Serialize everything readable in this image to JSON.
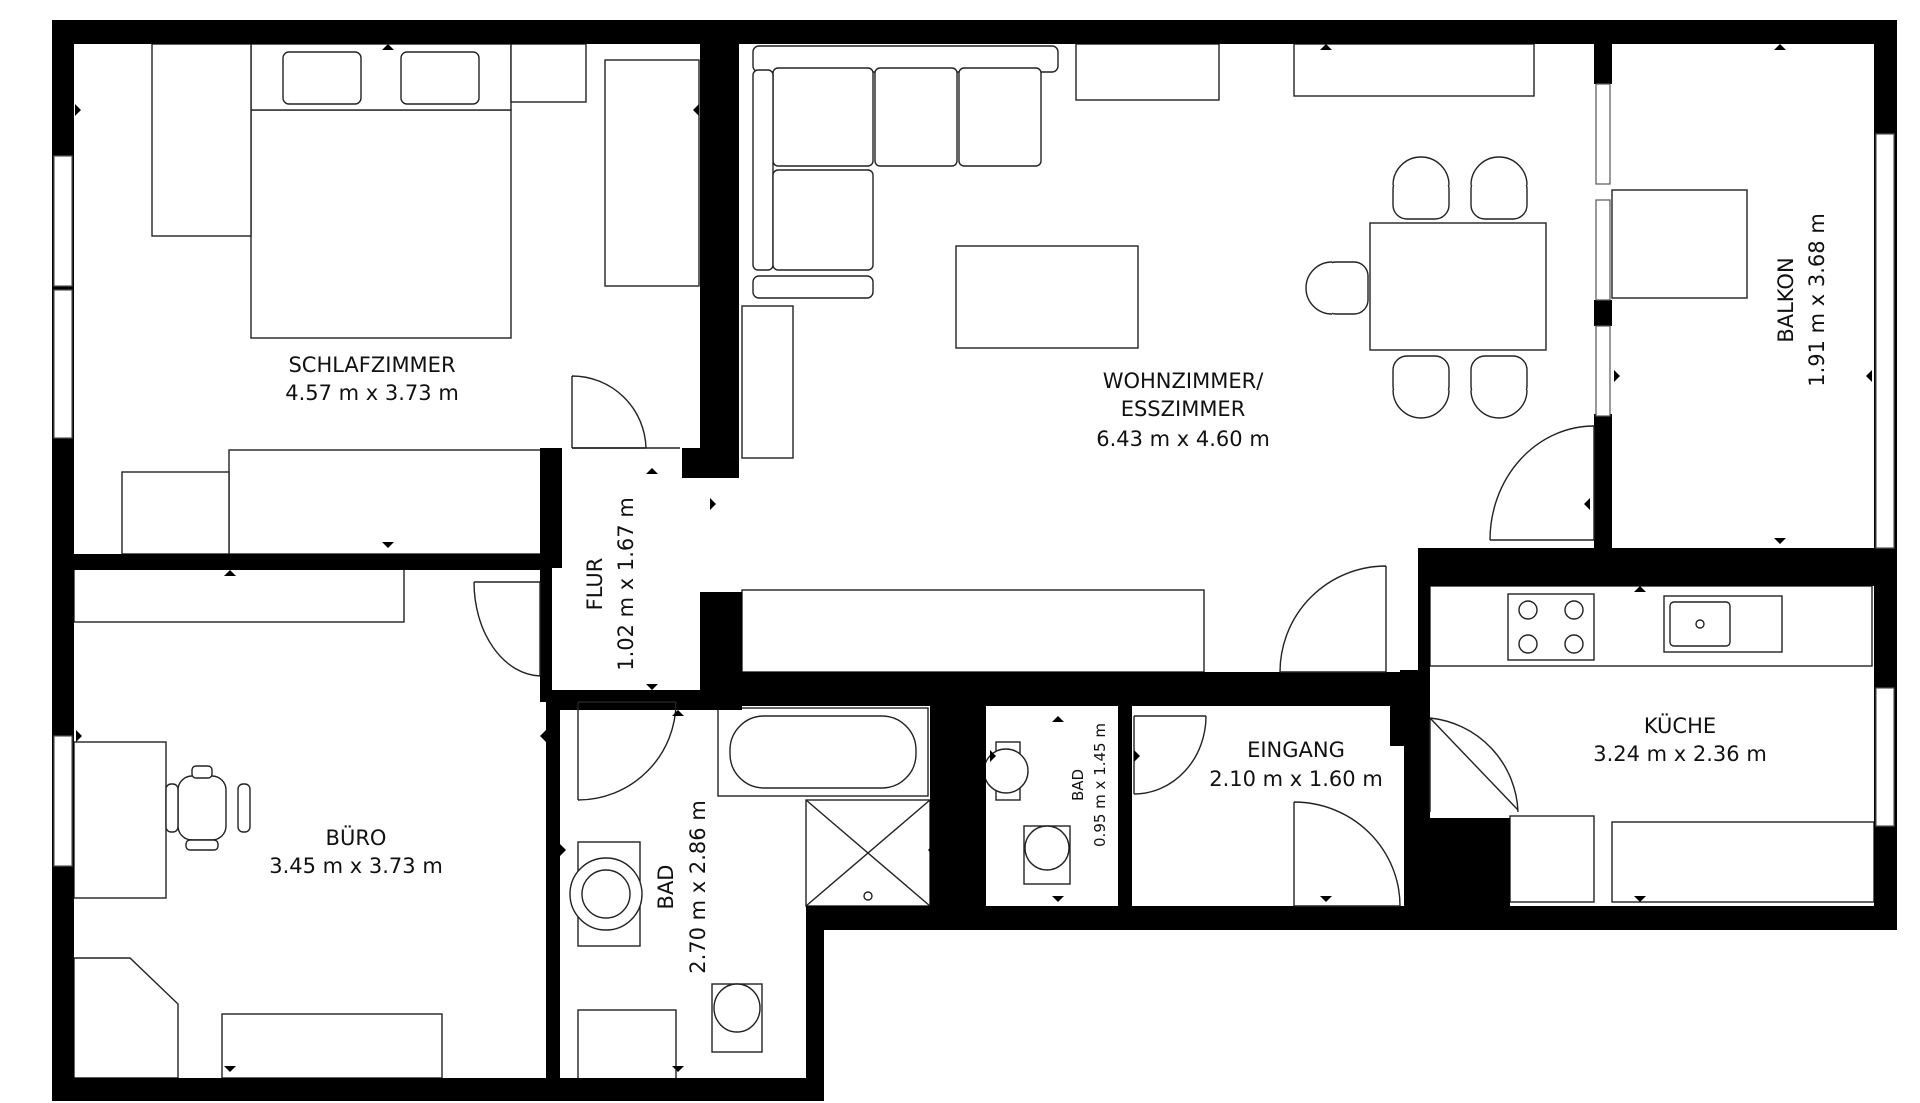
{
  "rooms": {
    "schlafzimmer": {
      "name": "SCHLAFZIMMER",
      "dims": "4.57 m x 3.73 m"
    },
    "wohnzimmer": {
      "name_line1": "WOHNZIMMER/",
      "name_line2": "ESSZIMMER",
      "dims": "6.43 m x 4.60 m"
    },
    "balkon": {
      "name": "BALKON",
      "dims": "1.91 m x 3.68 m"
    },
    "flur": {
      "name": "FLUR",
      "dims": "1.02 m x 1.67 m"
    },
    "buero": {
      "name": "BÜRO",
      "dims": "3.45 m x 3.73 m"
    },
    "bad_main": {
      "name": "BAD",
      "dims": "2.70 m x 2.86 m"
    },
    "bad_small": {
      "name": "BAD",
      "dims": "0.95 m x 1.45 m"
    },
    "eingang": {
      "name": "EINGANG",
      "dims": "2.10 m x 1.60 m"
    },
    "kueche": {
      "name": "KÜCHE",
      "dims": "3.24 m x 2.36 m"
    }
  },
  "colors": {
    "wall": "#000000",
    "background": "#ffffff",
    "line": "#222222"
  }
}
